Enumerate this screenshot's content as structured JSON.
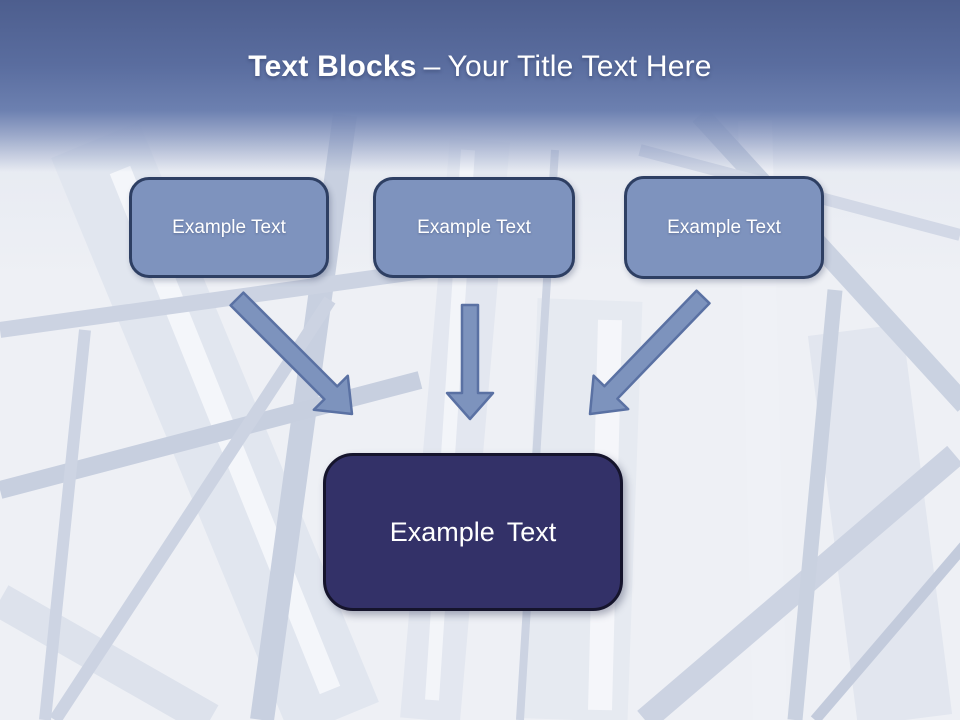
{
  "title": {
    "bold": "Text Blocks",
    "dash": "–",
    "rest": "Your Title Text Here"
  },
  "boxes": [
    {
      "label": "Example Text"
    },
    {
      "label": "Example Text"
    },
    {
      "label": "Example Text"
    }
  ],
  "result_box": {
    "label": "Example Text"
  },
  "icons": {
    "arrow_left": "arrow-diagonal-down-right",
    "arrow_middle": "arrow-straight-down",
    "arrow_right": "arrow-diagonal-down-left",
    "background": "industrial-pipes-photo-washed-out"
  },
  "colors": {
    "header_top": "#4d5e8e",
    "header_bottom": "#6c80b0",
    "title_text": "#ffffff",
    "box_fill": "#7e93be",
    "box_border": "#2e3f63",
    "box_text": "#ffffff",
    "result_fill": "#333168",
    "result_border": "#15142c",
    "result_text": "#ffffff",
    "arrow_fill": "#7d93bd",
    "arrow_border": "#5a71a3"
  }
}
